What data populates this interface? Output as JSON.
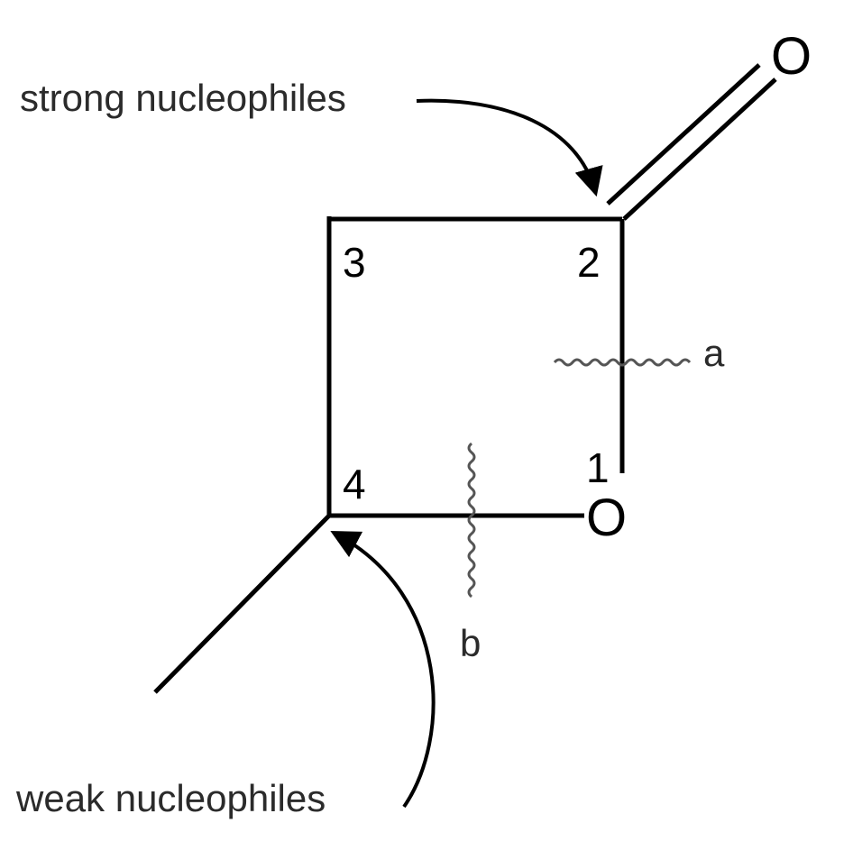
{
  "atoms": {
    "carbonyl_oxygen": "O",
    "ring_oxygen": "O"
  },
  "ring_positions": {
    "pos1": "1",
    "pos2": "2",
    "pos3": "3",
    "pos4": "4"
  },
  "cleavage_labels": {
    "a": "a",
    "b": "b"
  },
  "annotations": {
    "strong": "strong nucleophiles",
    "weak": "weak nucleophiles"
  }
}
